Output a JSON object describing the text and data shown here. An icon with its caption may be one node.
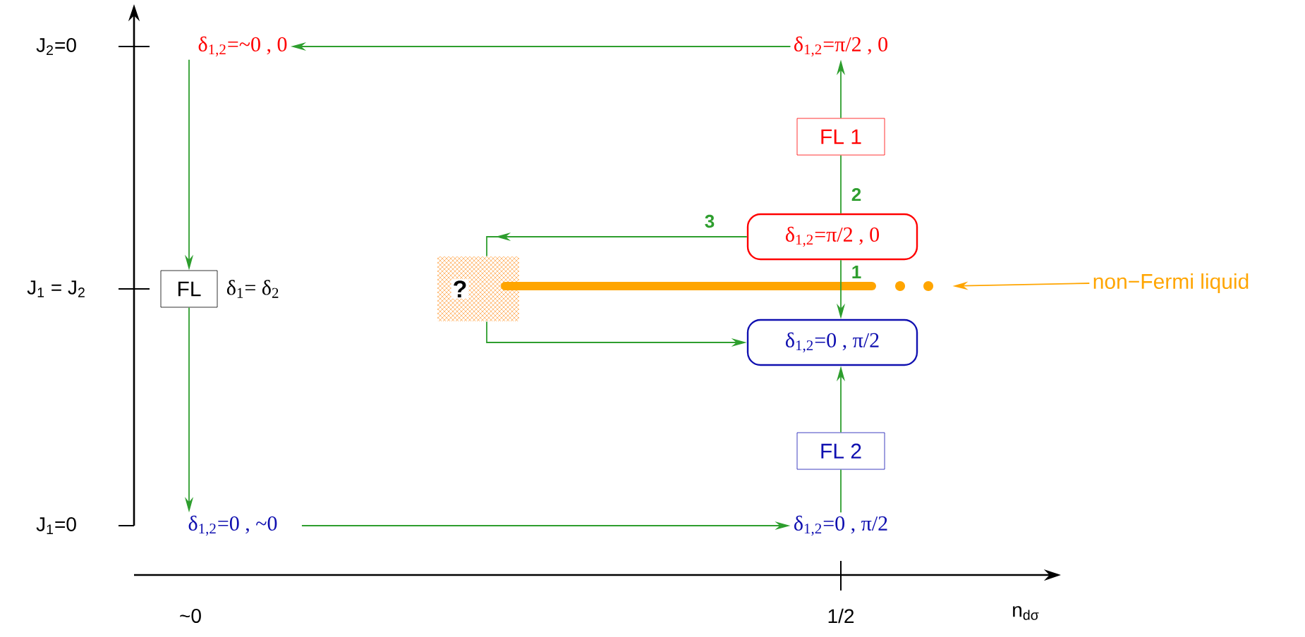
{
  "diagram": {
    "nodes": [
      {
        "text": [
          "δ$_{1,2}$=~0 , 0"
        ]
      },
      {
        "text": [
          "FL"
        ],
        "beside": [
          "δ$_{1}$= δ$_{2}$"
        ]
      },
      {
        "text": [
          "δ$_{1,2}$=0 , ~0"
        ]
      },
      {
        "text": [
          "δ$_{1,2}$=π/2 , 0"
        ]
      },
      {
        "text": [
          "FL 1"
        ]
      },
      {
        "text": [
          "δ$_{1,2}$=π/2 , 0"
        ]
      },
      {
        "text": [
          "δ$_{1,2}$=0 , π/2"
        ]
      },
      {
        "text": [
          "FL 2"
        ]
      },
      {
        "text": [
          "δ$_{1,2}$=0 , π/2"
        ]
      },
      {
        "text": [
          "?"
        ]
      },
      {
        "text": [
          "non−Fermi liquid"
        ]
      },
      {
        "text": [],
        "shape": "bar"
      }
    ],
    "edges": [
      {
        "from": 3,
        "to": 0,
        "arrow": "to"
      },
      {
        "from": 0,
        "to": 1,
        "arrow": "to"
      },
      {
        "from": 1,
        "to": 2,
        "arrow": "to"
      },
      {
        "from": 2,
        "to": 8,
        "arrow": "to"
      },
      {
        "from": 8,
        "to": 7,
        "arrow": "none"
      },
      {
        "from": 7,
        "to": 6,
        "arrow": "to"
      },
      {
        "from": 5,
        "to": 4,
        "arrow": "none",
        "label": "2"
      },
      {
        "from": 4,
        "to": 3,
        "arrow": "to"
      },
      {
        "from": 5,
        "to": 6,
        "arrow": "to",
        "label": "1"
      },
      {
        "from": 5,
        "to": 9,
        "arrow": "to",
        "label": "3"
      },
      {
        "from": 9,
        "to": 6,
        "arrow": "to"
      },
      {
        "from": 10,
        "to": 11,
        "arrow": "to",
        "color": "#ffa500"
      }
    ],
    "labels": [
      "J$_{2}$=0",
      "J$_{1}$ = J$_{2}$",
      "J$_{1}$=0",
      "~0",
      "1/2",
      "n$_{dσ}$"
    ]
  }
}
